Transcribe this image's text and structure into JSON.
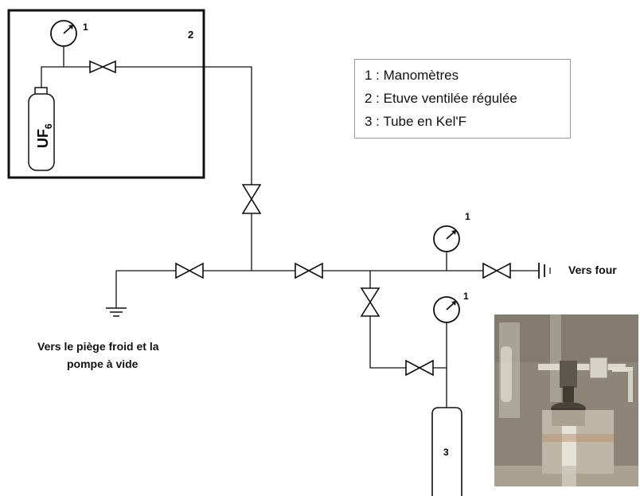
{
  "legend": {
    "items": [
      "1 : Manomètres",
      "2 : Etuve ventilée régulée",
      "3 : Tube en Kel'F"
    ]
  },
  "labels": {
    "oven_number": "2",
    "tube_number": "3",
    "gauge_number": "1",
    "cylinder_text": "UF",
    "cylinder_subscript": "6",
    "to_oven": "Vers four",
    "to_trap_line1": "Vers le piège froid et la",
    "to_trap_line2": "pompe à vide"
  },
  "photo": {
    "description_icon": "apparatus-photo"
  }
}
